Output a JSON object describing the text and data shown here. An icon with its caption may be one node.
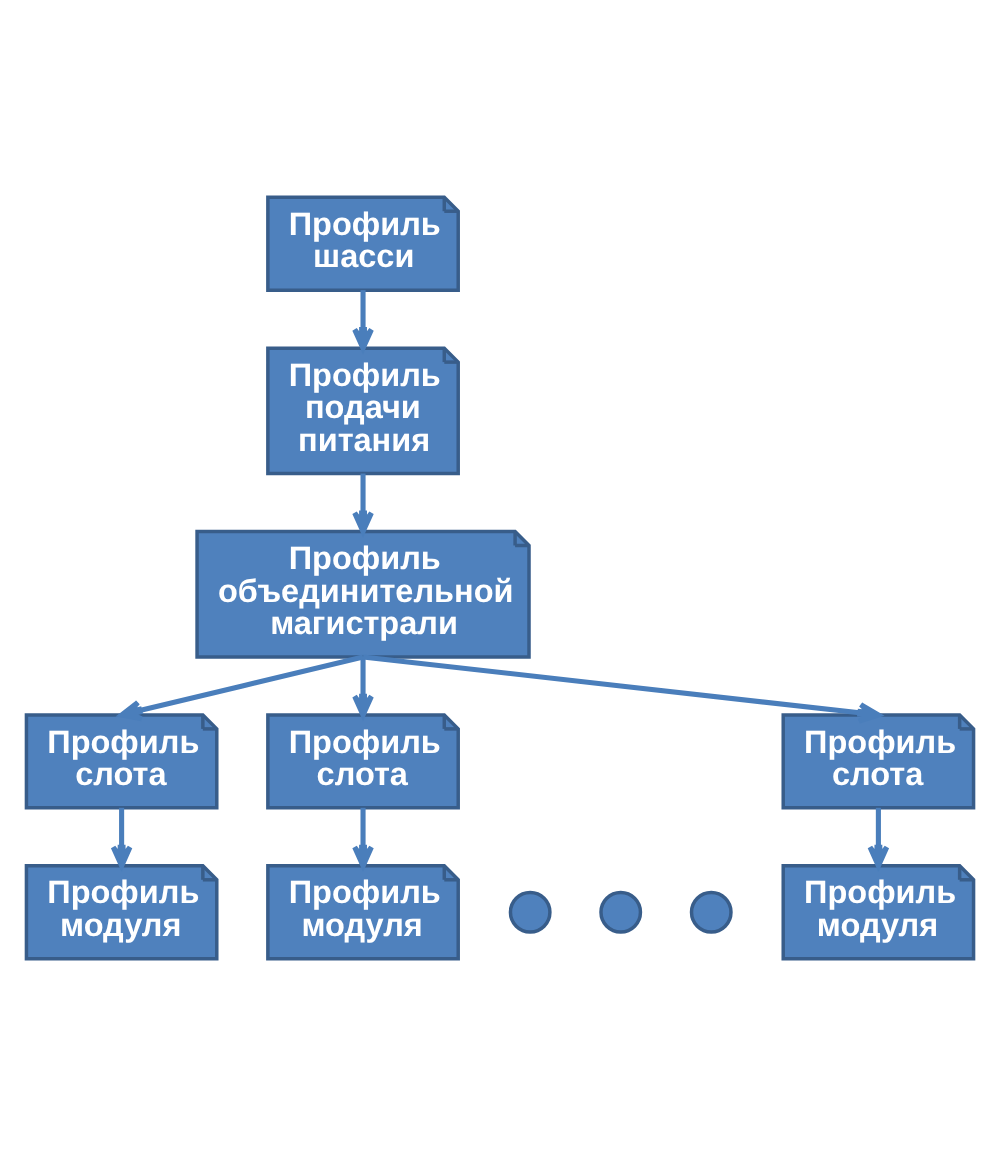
{
  "diagram": {
    "nodes": [
      {
        "text": [
          "Профиль шасси"
        ]
      },
      {
        "text": [
          "Профиль подачи питания"
        ]
      },
      {
        "text": [
          "Профиль объединительной магистрали"
        ]
      },
      {
        "text": [
          "Профиль слота"
        ]
      },
      {
        "text": [
          "Профиль слота"
        ]
      },
      {
        "text": [
          "Профиль слота"
        ]
      },
      {
        "text": [],
        "shape": "circle"
      },
      {
        "text": [],
        "shape": "circle"
      },
      {
        "text": [],
        "shape": "circle"
      },
      {
        "text": [
          "Профиль модуля"
        ]
      },
      {
        "text": [
          "Профиль модуля"
        ]
      },
      {
        "text": [
          "Профиль модуля"
        ]
      }
    ],
    "edges": [
      {
        "from": 0,
        "to": 1,
        "arrow": "to"
      },
      {
        "from": 1,
        "to": 2,
        "arrow": "to"
      },
      {
        "from": 2,
        "to": 3,
        "arrow": "to"
      },
      {
        "from": 2,
        "to": 4,
        "arrow": "to"
      },
      {
        "from": 2,
        "to": 5,
        "arrow": "to"
      },
      {
        "from": 3,
        "to": 9,
        "arrow": "to"
      },
      {
        "from": 4,
        "to": 10,
        "arrow": "to"
      },
      {
        "from": 5,
        "to": 11,
        "arrow": "to"
      }
    ]
  }
}
